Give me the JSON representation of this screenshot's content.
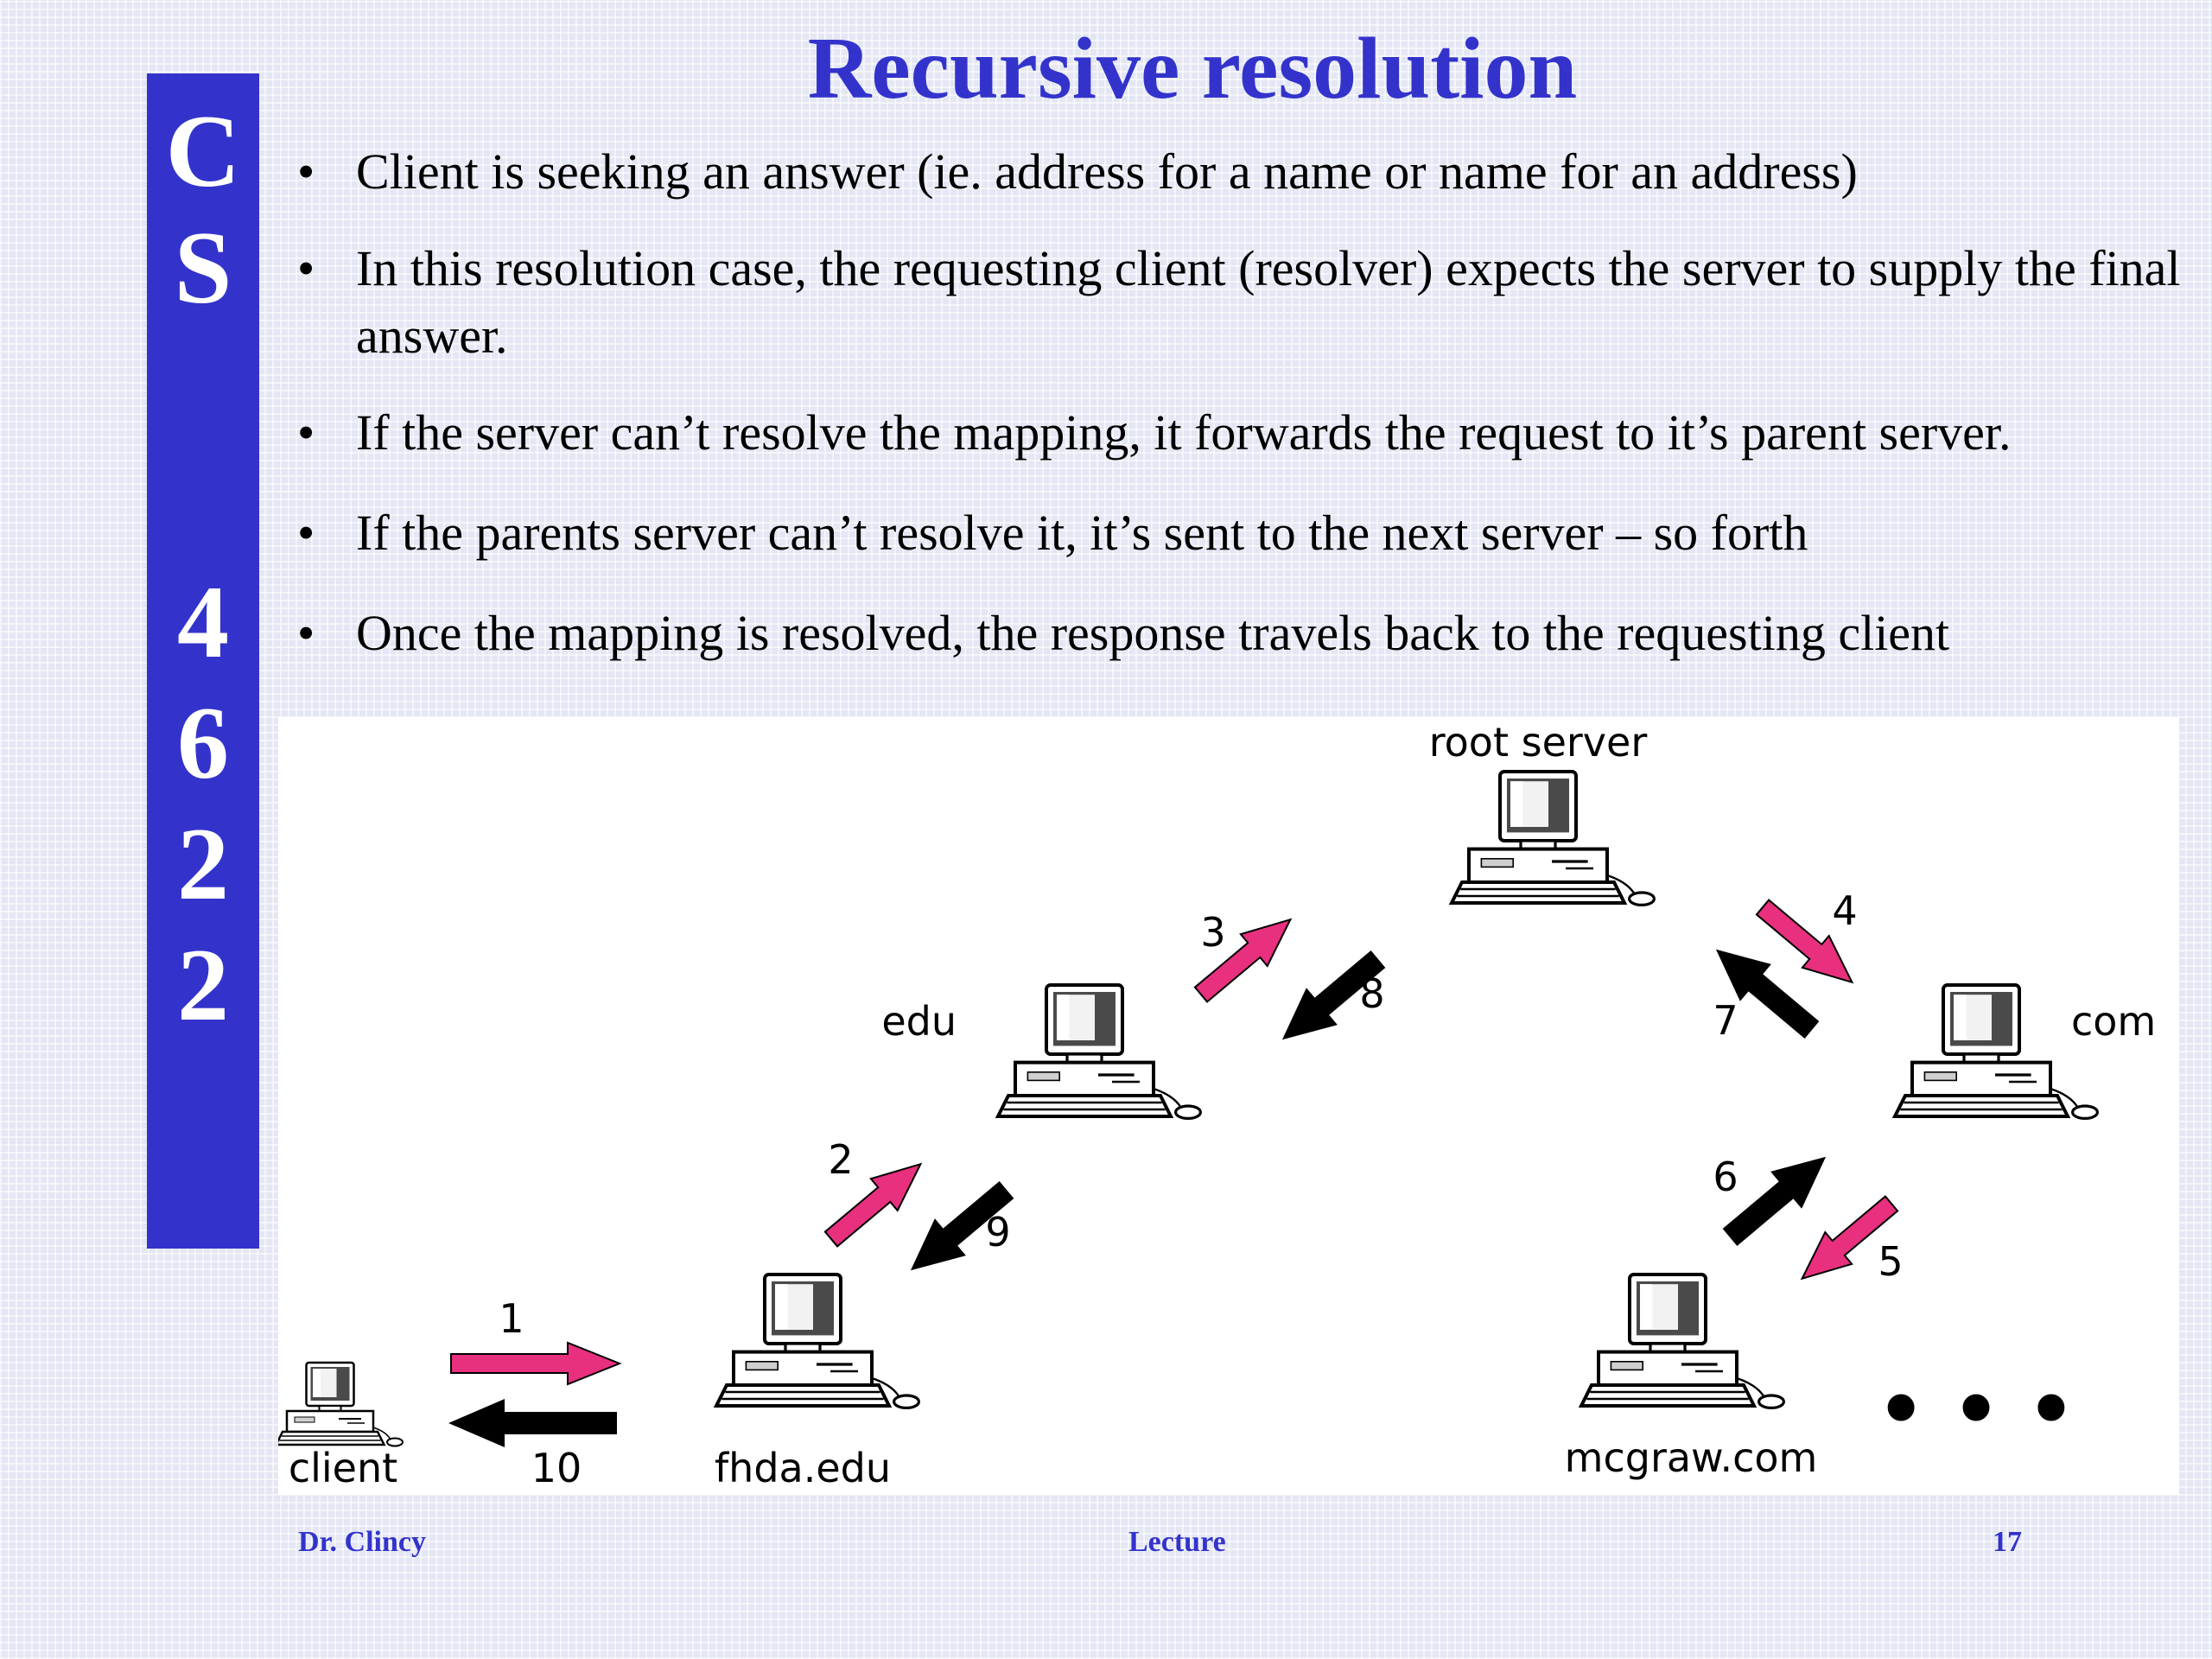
{
  "side_label": {
    "letters": [
      "C",
      "S",
      "4",
      "6",
      "2",
      "2"
    ]
  },
  "title": "Recursive resolution",
  "bullets": [
    "Client is seeking an answer (ie. address for a name or name for an address)",
    "In this resolution case, the requesting client (resolver) expects the server to supply the final answer.",
    "If the server can’t resolve the mapping, it forwards the request to it’s parent server.",
    "If the parents server can’t resolve it, it’s sent to the next server – so forth",
    "Once the mapping is resolved, the response travels back to the requesting client"
  ],
  "diagram": {
    "nodes": {
      "client": "client",
      "fhda": "fhda.edu",
      "edu": "edu",
      "root": "root server",
      "com": "com",
      "mcgraw": "mcgraw.com"
    },
    "steps": [
      "1",
      "2",
      "3",
      "4",
      "5",
      "6",
      "7",
      "8",
      "9",
      "10"
    ],
    "ellipsis": "• • •",
    "colors": {
      "request_arrow": "#e8307e",
      "response_arrow": "#000000"
    }
  },
  "footer": {
    "left": "Dr. Clincy",
    "center": "Lecture",
    "right": "17"
  },
  "colors": {
    "accent": "#3333cc",
    "background": "#e4e7f3"
  }
}
